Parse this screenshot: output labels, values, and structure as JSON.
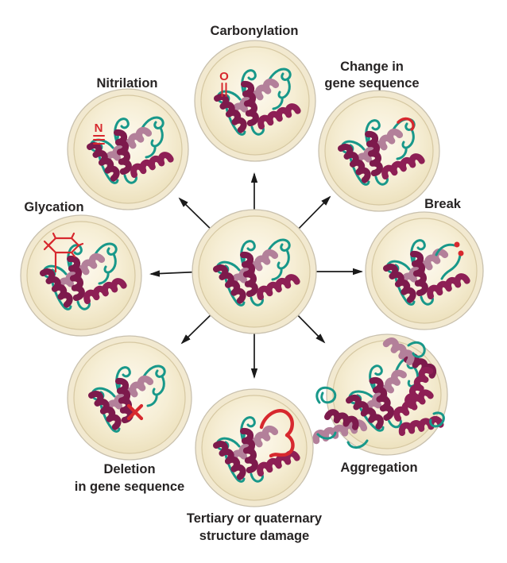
{
  "figure": {
    "description_type": "protein-damage-diagram",
    "nodes": {
      "carbonylation": {
        "label": "Carbonylation",
        "badge_letter": "O"
      },
      "gene_change": {
        "label_line1": "Change in",
        "label_line2": "gene sequence"
      },
      "break": {
        "label": "Break"
      },
      "aggregation": {
        "label": "Aggregation"
      },
      "tertiary": {
        "label_line1": "Tertiary or quaternary",
        "label_line2": "structure damage"
      },
      "deletion": {
        "label_line1": "Deletion",
        "label_line2": "in gene sequence"
      },
      "glycation": {
        "label": "Glycation"
      },
      "nitrilation": {
        "label": "Nitrilation",
        "badge_letter": "N"
      }
    },
    "colors": {
      "backbone_teal": "#18988a",
      "helix_dark": "#7d1a4c",
      "helix_bright": "#8e1f55",
      "helix_mauve": "#b3809a",
      "damage_red": "#d7282e",
      "vesicle_fill": "#f2e9d0",
      "vesicle_rim": "#c9c1ae",
      "vesicle_inner_edge": "#d6c8a2",
      "arrow_black": "#1a1a1a",
      "label_text": "#272424"
    }
  }
}
